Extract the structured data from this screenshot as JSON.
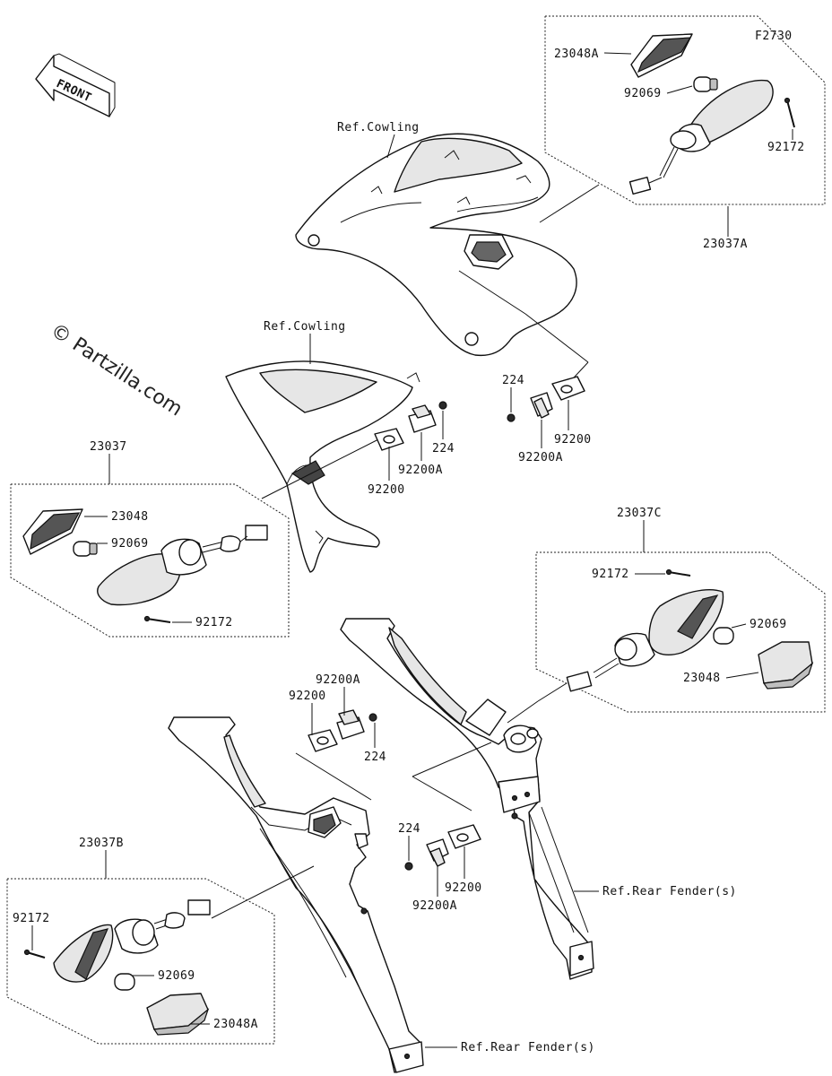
{
  "figure_code": "F2730",
  "watermark": "© Partzilla.com",
  "front_arrow": {
    "label": "FRONT",
    "icon": "front-arrow-icon"
  },
  "labels": {
    "ref_cowling_upper": "Ref.Cowling",
    "ref_cowling_lower": "Ref.Cowling",
    "ref_rear_fender_right": "Ref.Rear Fender(s)",
    "ref_rear_fender_left": "Ref.Rear Fender(s)"
  },
  "assemblies": {
    "a": {
      "number": "23037A",
      "parts": {
        "lens": "23048A",
        "bulb": "92069",
        "screw": "92172"
      }
    },
    "front_left": {
      "number": "23037",
      "parts": {
        "lens": "23048",
        "bulb": "92069",
        "screw": "92172"
      }
    },
    "c": {
      "number": "23037C",
      "parts": {
        "screw": "92172",
        "bulb": "92069",
        "lens": "23048"
      }
    },
    "b": {
      "number": "23037B",
      "parts": {
        "screw": "92172",
        "bulb": "92069",
        "lens": "23048A"
      }
    }
  },
  "mount_parts": {
    "front_right": {
      "bolt": "224",
      "plate": "92200",
      "bracket": "92200A"
    },
    "front_left": {
      "bolt": "224",
      "plate": "92200",
      "bracket": "92200A"
    },
    "rear_left": {
      "bracket": "92200A",
      "plate": "92200",
      "bolt": "224"
    },
    "rear_right": {
      "bolt": "224",
      "plate": "92200",
      "bracket": "92200A"
    }
  }
}
